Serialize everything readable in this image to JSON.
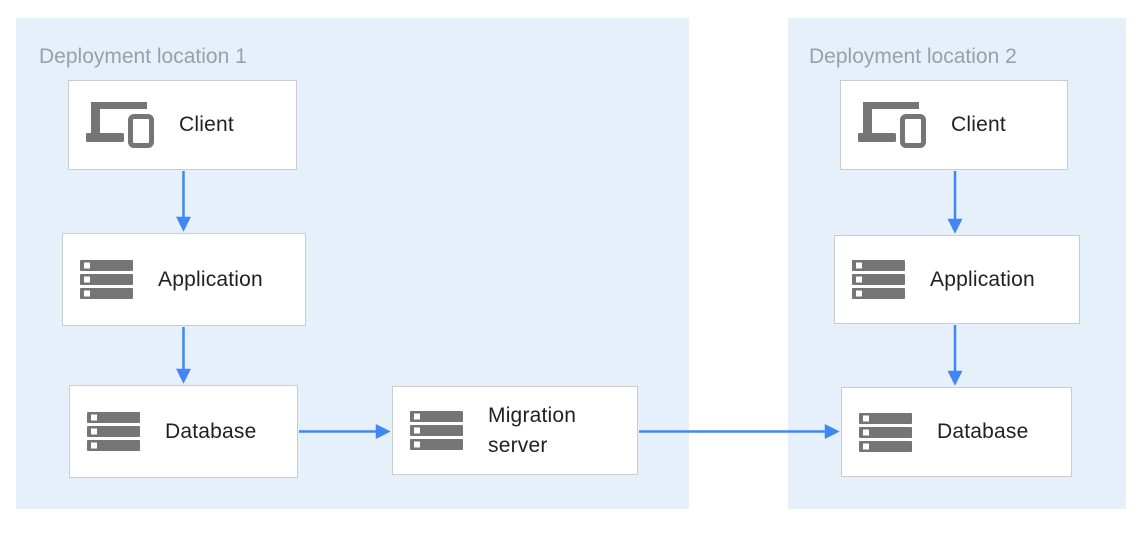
{
  "colors": {
    "panel_bg": "#e6f0fb",
    "panel_title": "#9aa0a6",
    "arrow": "#4285f4",
    "icon_gray": "#757575",
    "node_border": "#cccccc",
    "node_label": "#212121"
  },
  "panels": [
    {
      "title": "Deployment location 1"
    },
    {
      "title": "Deployment location 2"
    }
  ],
  "nodes": [
    {
      "id": "client-1",
      "label": "Client",
      "icon": "client-devices-icon",
      "panel": "Deployment location 1"
    },
    {
      "id": "application-1",
      "label": "Application",
      "icon": "server-icon",
      "panel": "Deployment location 1"
    },
    {
      "id": "database-1",
      "label": "Database",
      "icon": "server-icon",
      "panel": "Deployment location 1"
    },
    {
      "id": "migration-server",
      "label": "Migration server",
      "icon": "server-icon",
      "panel": "Deployment location 1"
    },
    {
      "id": "client-2",
      "label": "Client",
      "icon": "client-devices-icon",
      "panel": "Deployment location 2"
    },
    {
      "id": "application-2",
      "label": "Application",
      "icon": "server-icon",
      "panel": "Deployment location 2"
    },
    {
      "id": "database-2",
      "label": "Database",
      "icon": "server-icon",
      "panel": "Deployment location 2"
    }
  ],
  "edges": [
    {
      "from": "client-1",
      "to": "application-1"
    },
    {
      "from": "application-1",
      "to": "database-1"
    },
    {
      "from": "database-1",
      "to": "migration-server"
    },
    {
      "from": "migration-server",
      "to": "database-2"
    },
    {
      "from": "client-2",
      "to": "application-2"
    },
    {
      "from": "application-2",
      "to": "database-2"
    }
  ]
}
